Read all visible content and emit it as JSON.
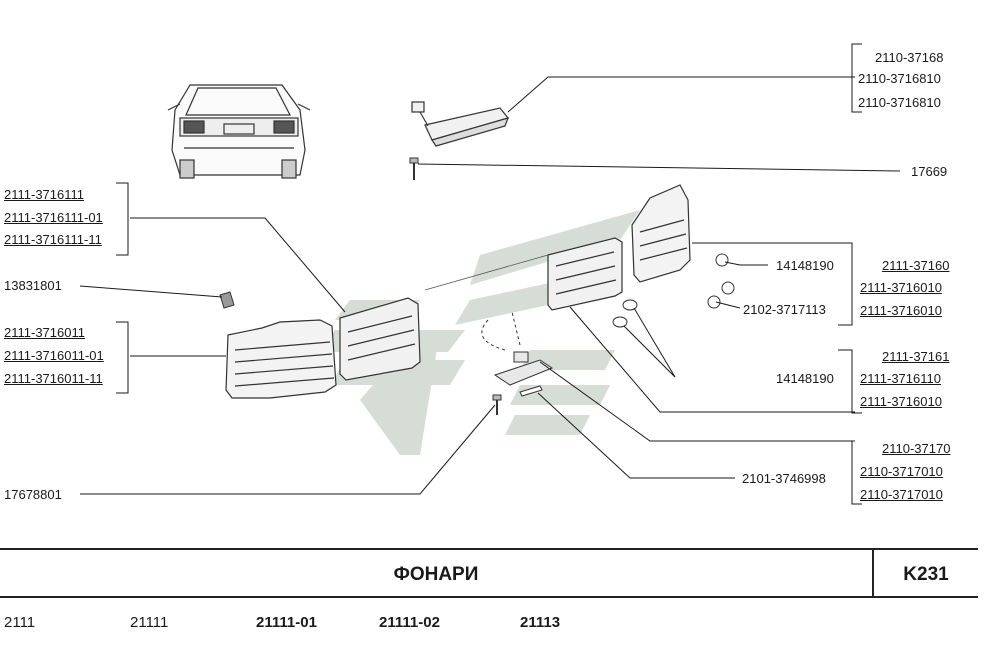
{
  "labels": {
    "brake_light": [
      "2110-37168",
      "2110-3716810",
      "2110-3716810"
    ],
    "screw_top": "17669",
    "inner_lamp_left": [
      "2111-3716111",
      "2111-3716111-01",
      "2111-3716111-11"
    ],
    "clip": "13831801",
    "outer_lamp_left": [
      "2111-3716011",
      "2111-3716011-01",
      "2111-3716011-11"
    ],
    "bulb_right_a": "14148190",
    "bulb_right_b": "2102-3717113",
    "outer_lamp_right": [
      "2111-37160",
      "2111-3716010",
      "2111-3716010"
    ],
    "bulbs_mid": "14148190",
    "inner_lamp_right": [
      "2111-37161",
      "2111-3716110",
      "2111-3716010"
    ],
    "plate_lamp": [
      "2110-37170",
      "2110-3717010",
      "2110-3717010"
    ],
    "gasket": "2101-3746998",
    "screw_bottom": "17678801"
  },
  "footer": {
    "title": "ФОНАРИ",
    "code": "K231"
  },
  "models": [
    "2111",
    "21111",
    "21111-01",
    "21111-02",
    "21113"
  ],
  "colors": {
    "line": "#1a1a1a",
    "logo": "#d3d9d3",
    "part_fill": "#f1f1f1"
  }
}
